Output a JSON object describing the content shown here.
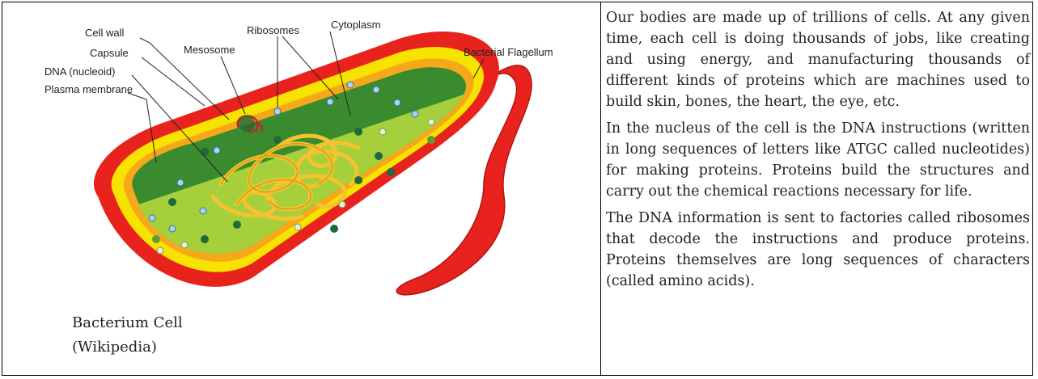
{
  "figure": {
    "labels": {
      "cell_wall": "Cell wall",
      "capsule": "Capsule",
      "dna": "DNA (nucleoid)",
      "plasma_membrane": "Plasma membrane",
      "mesosome": "Mesosome",
      "ribosomes": "Ribosomes",
      "cytoplasm": "Cytoplasm",
      "flagellum": "Bacterial Flagellum"
    },
    "caption_line1": "Bacterium Cell",
    "caption_line2": "(Wikipedia)",
    "colors": {
      "capsule": "#e8231d",
      "cell_wall": "#f7e200",
      "membrane": "#f5a81c",
      "cytoplasm_dark": "#3a8a2e",
      "cytoplasm_light": "#a6cf3c",
      "dna": "#f4c430",
      "ribosome": "#aad4f2"
    }
  },
  "text": {
    "p1": "Our bodies are made up of trillions of cells. At any given time, each cell is doing thousands of jobs, like creating and using energy, and manufacturing thousands of different kinds of proteins which are machines used to build skin, bones, the heart, the eye, etc.",
    "p2": "In the nucleus of the cell is the DNA instructions (written in long sequences of letters like ATGC called nucleotides) for making proteins. Proteins build the structures and carry out the chemical reactions necessary for life.",
    "p3": "The DNA information is sent to factories called ribosomes that decode the instructions and produce proteins. Proteins themselves are long sequences of characters (called amino acids)."
  }
}
